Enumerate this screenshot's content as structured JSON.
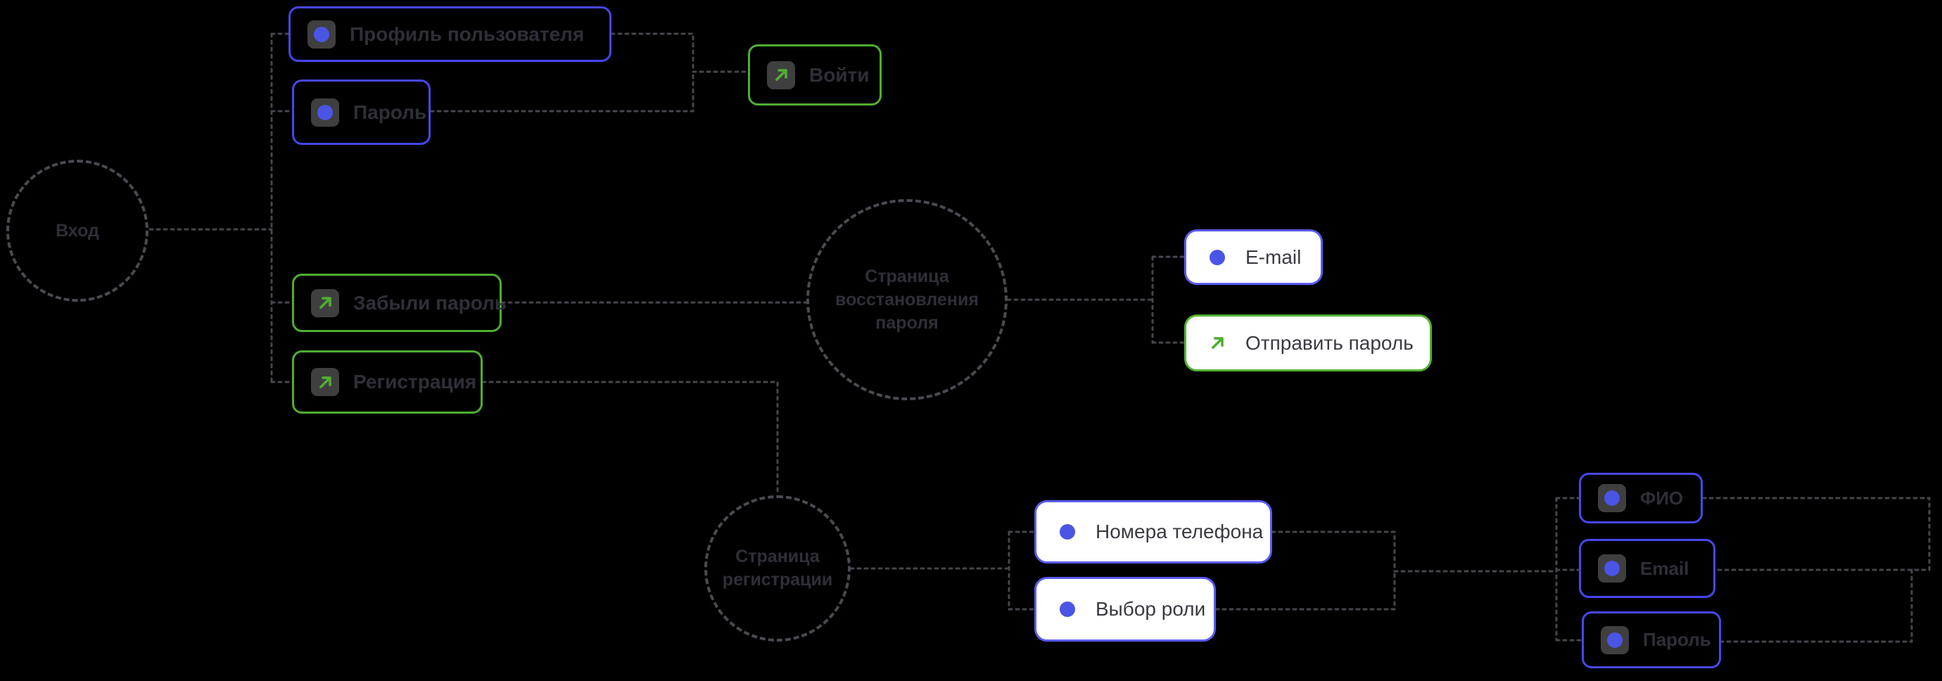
{
  "diagram": {
    "type": "flow-sitemap",
    "language": "ru",
    "colors": {
      "background": "#000000",
      "accent_blue_border": "#4747ee",
      "light_blue_border": "#5a5bf5",
      "accent_green": "#4fae31",
      "dot_blue": "#4a55e6",
      "connector_gray": "#46464d",
      "dark_text": "#2f2f38",
      "light_box_bg": "#ffffff"
    },
    "circles": [
      {
        "name": "login-page",
        "lines": [
          "Вход"
        ]
      },
      {
        "name": "password-recovery-page",
        "lines": [
          "Страница",
          "восстановления",
          "пароля"
        ]
      },
      {
        "name": "registration-page",
        "lines": [
          "Страница",
          "регистрации"
        ]
      }
    ],
    "boxes": [
      {
        "name": "user-profile-field",
        "label": "Профиль пользователя",
        "icon": "dot",
        "variant": "dark-blue"
      },
      {
        "name": "password-field",
        "label": "Пароль",
        "icon": "dot",
        "variant": "dark-blue"
      },
      {
        "name": "login-button",
        "label": "Войти",
        "icon": "arrow",
        "variant": "dark-green"
      },
      {
        "name": "forgot-password-link",
        "label": "Забыли пароль",
        "icon": "arrow",
        "variant": "dark-green"
      },
      {
        "name": "registration-link",
        "label": "Регистрация",
        "icon": "arrow",
        "variant": "dark-green"
      },
      {
        "name": "email-field",
        "label": "E-mail",
        "icon": "dot",
        "variant": "light-blue"
      },
      {
        "name": "send-password-action",
        "label": "Отправить пароль",
        "icon": "arrow",
        "variant": "light-green"
      },
      {
        "name": "phone-numbers-field",
        "label": "Номера телефона",
        "icon": "dot",
        "variant": "light-blue"
      },
      {
        "name": "role-select-field",
        "label": "Выбор роли",
        "icon": "dot",
        "variant": "light-blue"
      },
      {
        "name": "full-name-field",
        "label": "ФИО",
        "icon": "dot",
        "variant": "dark-blue"
      },
      {
        "name": "email-reg-field",
        "label": "Email",
        "icon": "dot",
        "variant": "dark-blue"
      },
      {
        "name": "password-reg-field",
        "label": "Пароль",
        "icon": "dot",
        "variant": "dark-blue"
      }
    ]
  }
}
